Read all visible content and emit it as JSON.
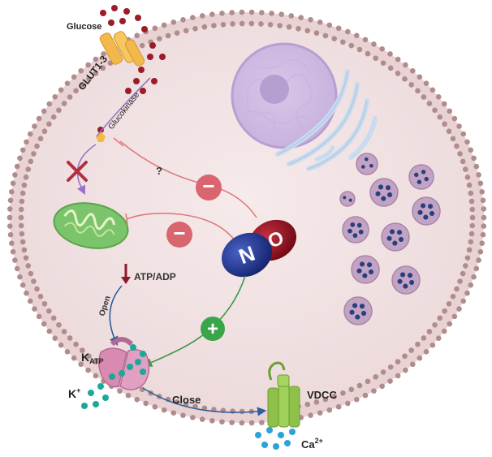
{
  "labels": {
    "glucose": "Glucose",
    "glut": "GLUT1-3",
    "glucokinase": "Glucokinase",
    "question": "?",
    "atp_adp": "ATP/ADP",
    "open": "Open",
    "katp_main": "K",
    "katp_sub": "ATP",
    "k_ion": "K",
    "k_sup": "+",
    "close": "Close",
    "vdcc": "VDCC",
    "ca_ion": "Ca",
    "ca_sup": "2+",
    "no_n": "N",
    "no_o": "O",
    "minus": "−",
    "plus": "+"
  },
  "colors": {
    "cell_fill": "#f2e3e4",
    "membrane": "#b08c8c",
    "inhibit_line": "#e07b7b",
    "minus_fill": "#d9656e",
    "plus_fill": "#3aa64a",
    "activate_line": "#3a9a45",
    "open_close_arrow": "#2e5f9c",
    "glucose_dot": "#9c1c28",
    "mito_fill": "#7cc46b",
    "katp_fill": "#d88ab0",
    "k_dot": "#1aa89a",
    "vdcc_fill": "#8fc04a",
    "ca_dot": "#2aa3d6",
    "no_blue": "#1c2f8c",
    "no_red": "#9c1020",
    "nucleus": "#b49ad2",
    "er": "#c5d8ee",
    "vesicle_fill": "#c3a3c3",
    "granule": "#2a3f7e"
  }
}
